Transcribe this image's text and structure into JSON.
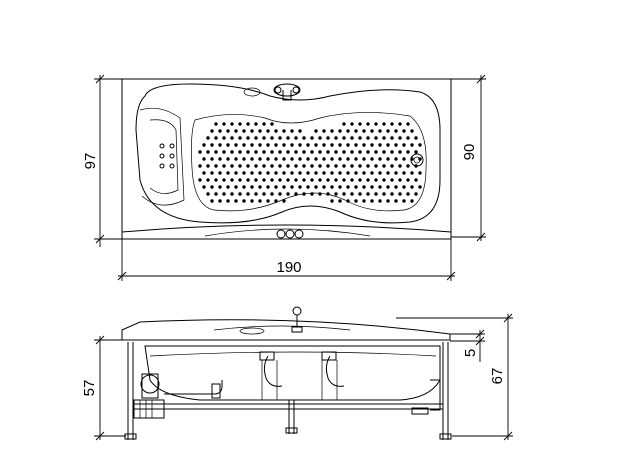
{
  "dimensions": {
    "length": "190",
    "width_outer": "97",
    "width_inner": "90",
    "height_total": "67",
    "height_body": "57",
    "rim_offset": "5"
  },
  "colors": {
    "line": "#000000",
    "background": "#ffffff"
  },
  "icons": {
    "dim_tick": "diagonal-tick"
  }
}
